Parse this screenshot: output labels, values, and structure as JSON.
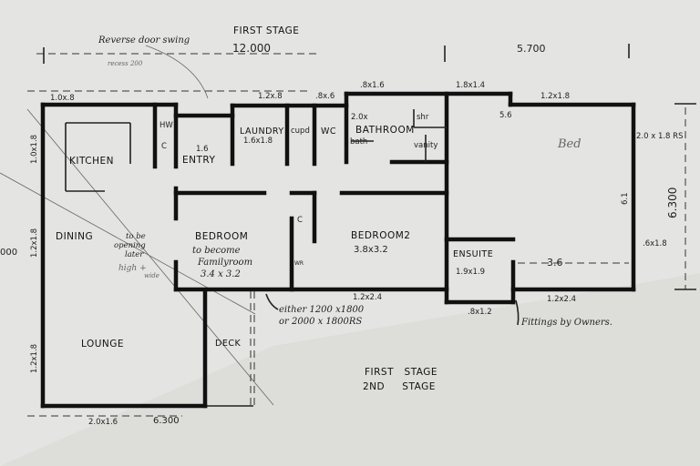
{
  "title_top": "FIRST STAGE",
  "annotations": {
    "reverse_door": "Reverse door swing",
    "recess": "recess 200",
    "opening_note_1": "to be",
    "opening_note_2": "opening",
    "opening_note_3": "later",
    "opening_note_4": "high +",
    "opening_note_5": "wide",
    "either_1": "either 1200 x1800",
    "either_2": "or 2000 x 1800RS",
    "fittings": "Fittings by Owners.",
    "bed_pencil": "Bed"
  },
  "dimensions": {
    "overall_length": "12.000",
    "right_section": "5.700",
    "overall_depth": "6.300",
    "left_partial": "000",
    "bottom_length": "6.300",
    "win_kitchen": "1.0x.8",
    "win_kitchen_side": "1.0x1.8",
    "win_dining": "1.2x1.8",
    "win_lounge_side": "1.2x1.8",
    "win_lounge_bottom": "2.0x1.6",
    "win_laundry": "1.2x.8",
    "win_wc": ".8x.6",
    "win_bath": ".8x1.6",
    "win_bath2": "1.8x1.4",
    "win_bed_top": "1.2x1.8",
    "step": "5.6",
    "door_bed_right": "2.0 x 1.8 RS",
    "win_bed_right": ".6x1.8",
    "bed_depth": "6.1",
    "bed_width": "3.6",
    "win_bed2": "1.2x2.4",
    "win_bed_bottom": "1.2x2.4",
    "win_ensuite": ".8x1.2",
    "bath_dim": "2.0x",
    "entry_dim": "1.6"
  },
  "rooms": {
    "kitchen": "KITCHEN",
    "hw": "HW",
    "c": "C",
    "entry": "ENTRY",
    "laundry": "LAUNDRY",
    "laundry_size": "1.6x1.8",
    "cupd": "cupd",
    "wc": "WC",
    "bathroom": "BATHROOM",
    "bath": "bath",
    "shr": "shr",
    "vanity": "vanity",
    "dining": "DINING",
    "bedroom": "BEDROOM",
    "bedroom_note_1": "to become",
    "bedroom_note_2": "Familyroom",
    "bedroom_size": "3.4 x 3.2",
    "closet_c": "C",
    "wr": "WR",
    "bedroom2": "BEDROOM2",
    "bedroom2_size": "3.8x3.2",
    "ensuite": "ENSUITE",
    "ensuite_size": "1.9x1.9",
    "lounge": "LOUNGE",
    "deck": "DECK"
  },
  "legend": {
    "line1": "FIRST   STAGE",
    "line2": "2ND     STAGE"
  }
}
